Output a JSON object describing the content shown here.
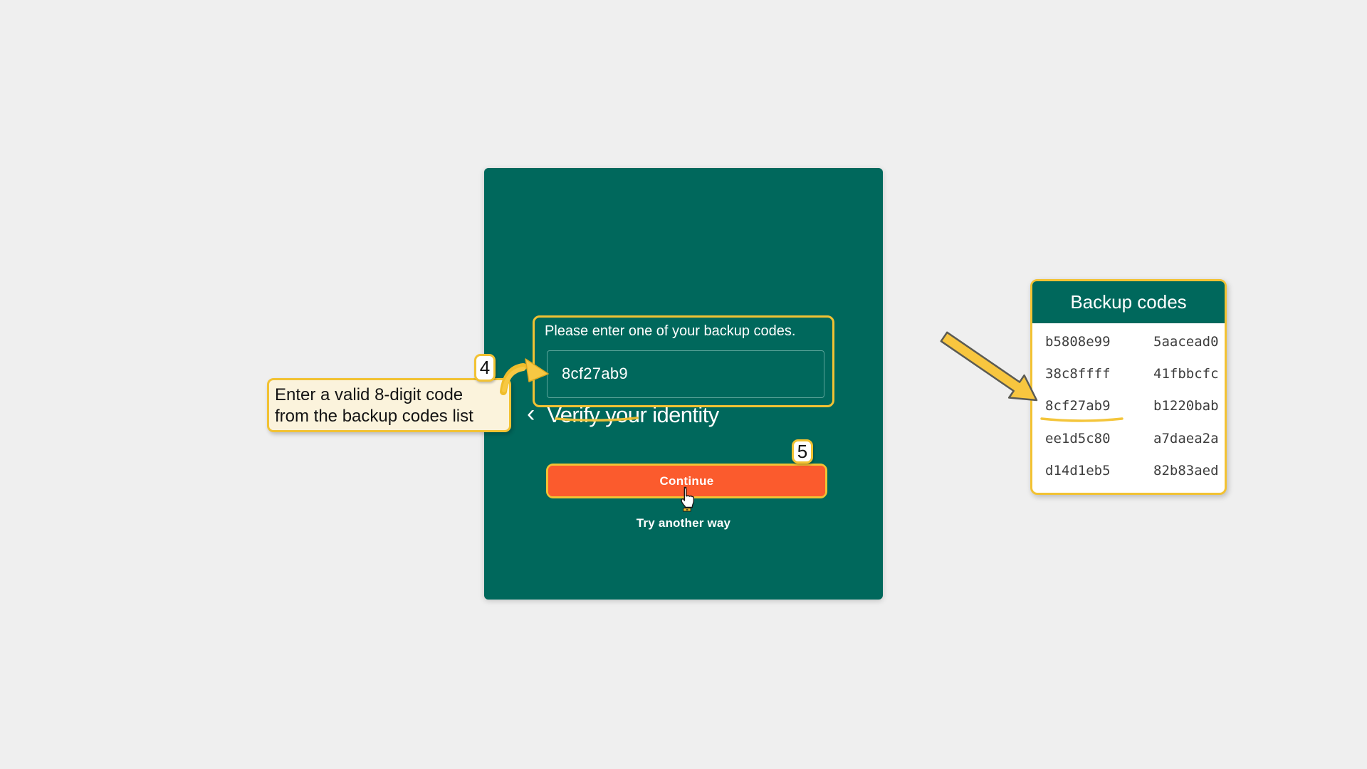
{
  "page": {
    "background_color": "#EFEFEF"
  },
  "verify_panel": {
    "back_icon": "‹",
    "title": "Verify your identity",
    "form": {
      "label": "Please enter one of your backup codes.",
      "value": "8cf27ab9"
    },
    "continue_button": "Continue",
    "try_another_way": "Try another way",
    "colors": {
      "panel": "#00685C",
      "button": "#FB5B2D"
    }
  },
  "annotations": {
    "highlight_color": "#F2C233",
    "step_4": {
      "number": "4",
      "tooltip_line1": "Enter a valid 8-digit code",
      "tooltip_line2": "from the backup codes list"
    },
    "step_5": {
      "number": "5"
    }
  },
  "backup_codes_panel": {
    "title": "Backup codes",
    "highlighted_code": "8cf27ab9",
    "rows": [
      [
        "b5808e99",
        "5aacead0"
      ],
      [
        "38c8ffff",
        "41fbbcfc"
      ],
      [
        "8cf27ab9",
        "b1220bab"
      ],
      [
        "ee1d5c80",
        "a7daea2a"
      ],
      [
        "d14d1eb5",
        "82b83aed"
      ]
    ]
  }
}
